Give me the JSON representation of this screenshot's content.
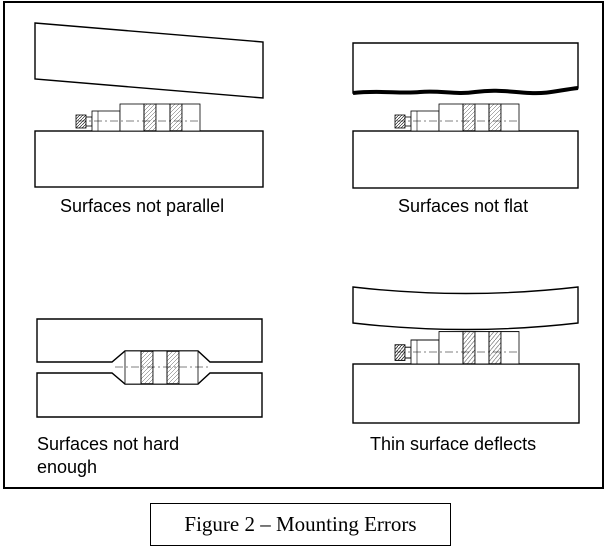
{
  "panels": [
    {
      "label": "Surfaces not parallel"
    },
    {
      "label": "Surfaces not flat"
    },
    {
      "label_line1": "Surfaces not hard",
      "label_line2": "enough"
    },
    {
      "label": "Thin surface deflects"
    }
  ],
  "caption": "Figure 2 – Mounting Errors"
}
